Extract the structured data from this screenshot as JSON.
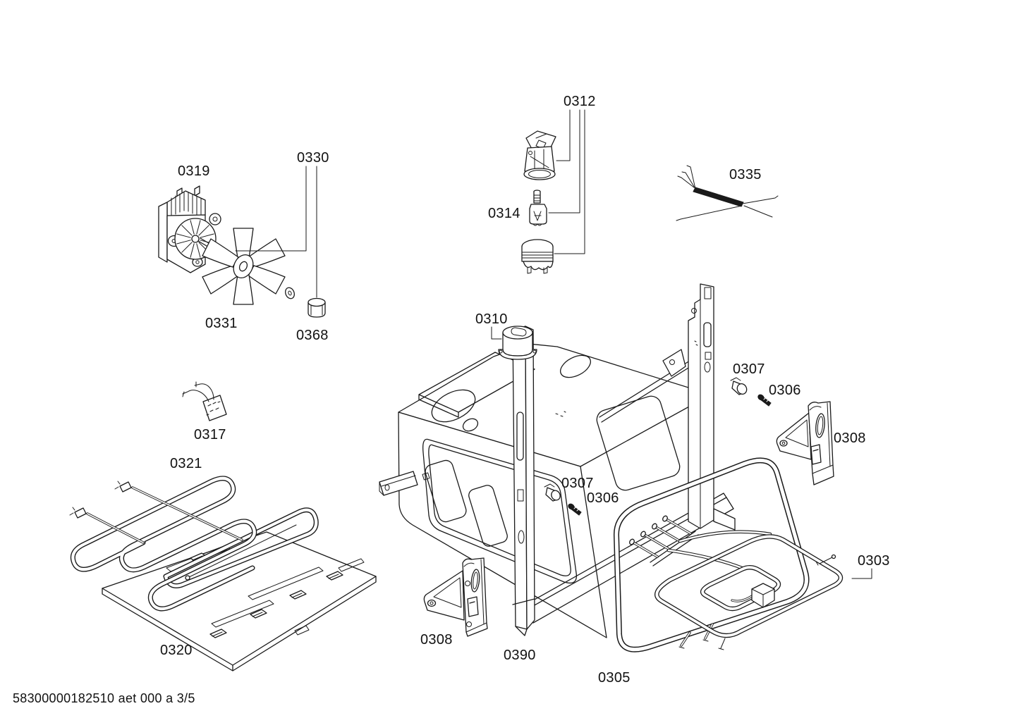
{
  "page": {
    "background": "#ffffff",
    "line_color": "#1a1a1a",
    "text_color": "#111111"
  },
  "diagram": {
    "footer": "58300000182510 aet 000 a 3/5",
    "part_labels": [
      {
        "text": "0319"
      },
      {
        "text": "0330"
      },
      {
        "text": "0331"
      },
      {
        "text": "0368"
      },
      {
        "text": "0312"
      },
      {
        "text": "0314"
      },
      {
        "text": "0335"
      },
      {
        "text": "0310"
      },
      {
        "text": "0317"
      },
      {
        "text": "0321"
      },
      {
        "text": "0307"
      },
      {
        "text": "0306"
      },
      {
        "text": "0308"
      },
      {
        "text": "0307"
      },
      {
        "text": "0306"
      },
      {
        "text": "0303"
      },
      {
        "text": "0308"
      },
      {
        "text": "0390"
      },
      {
        "text": "0320"
      },
      {
        "text": "0305"
      }
    ]
  }
}
